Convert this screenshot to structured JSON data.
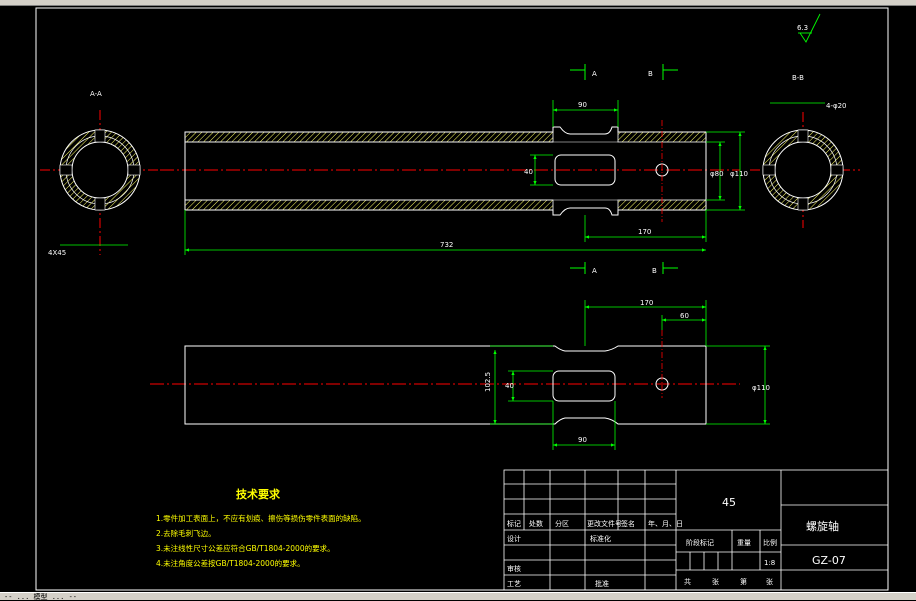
{
  "statusbar": {
    "text": "-- ... 模型 ... --"
  },
  "drawing": {
    "section_labels": {
      "aa_title": "A-A",
      "bb_title": "B-B",
      "cut_a": "A",
      "cut_b": "B"
    },
    "roughness": "6.3",
    "dimensions": {
      "left_chamfer": "4X45",
      "right_holes": "4-φ20",
      "top_90": "90",
      "slot_40": "40",
      "dia_80": "φ80",
      "dia_110": "φ110",
      "len_170": "170",
      "total_732": "732",
      "bottom_170": "170",
      "bottom_60": "60",
      "bottom_102_5": "102.5",
      "bottom_40": "40",
      "bottom_dia_110": "φ110",
      "bottom_90": "90"
    },
    "tech_requirements": {
      "title": "技术要求",
      "items": [
        "1.零件加工表面上，不应有划痕、擦伤等损伤零件表面的缺陷。",
        "2.去除毛刺飞边。",
        "3.未注线性尺寸公差应符合GB/T1804-2000的要求。",
        "4.未注角度公差按GB/T1804-2000的要求。"
      ]
    },
    "title_block": {
      "material": "45",
      "part_name": "螺旋轴",
      "drawing_no": "GZ-07",
      "row_labels": [
        "标记",
        "处数",
        "分区",
        "更改文件号",
        "签名",
        "年、月、日"
      ],
      "design": "设计",
      "standardize": "标准化",
      "stage_mark": "阶段标记",
      "weight": "重量",
      "scale_label": "比例",
      "scale": "1:8",
      "review": "审核",
      "process": "工艺",
      "approve": "批准",
      "sheet_total": "共",
      "sheet_label": "张",
      "sheet_no": "第",
      "sheet_label2": "张"
    }
  }
}
